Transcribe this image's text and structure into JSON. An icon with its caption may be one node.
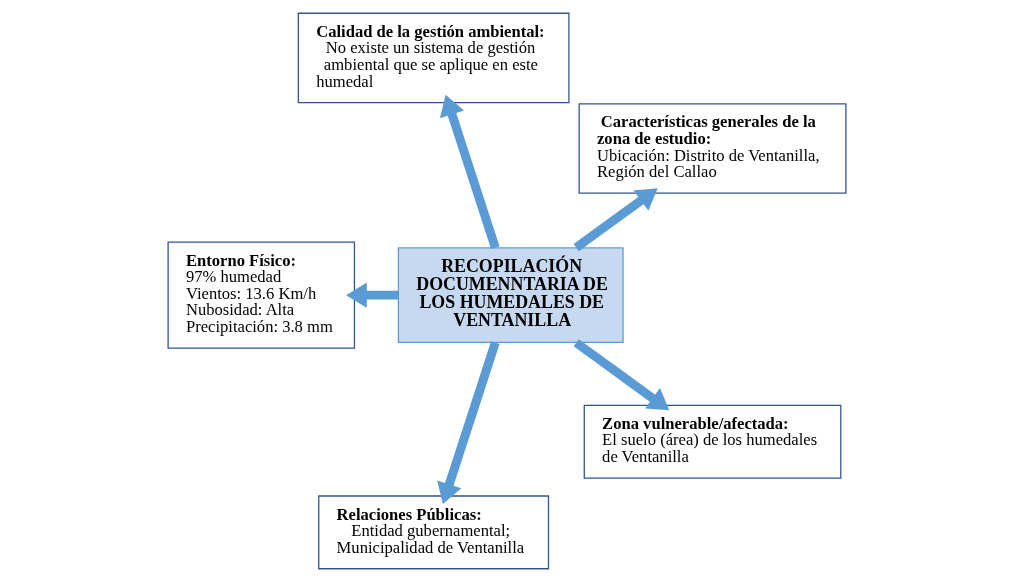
{
  "diagram": {
    "nodes": [
      {
        "text": [
          "RECOPILACIÓN DOCUMENNTARIA DE LOS HUMEDALES DE VENTANILLA"
        ]
      },
      {
        "text": [
          "Características generales de la zona de estudio:",
          "Ubicación: Distrito de Ventanilla, Región del Callao"
        ]
      },
      {
        "text": [
          "Calidad de la gestión ambiental:",
          "No existe un sistema de gestión ambiental que se aplique en este humedal"
        ]
      },
      {
        "text": [
          "Entorno Físico:",
          "97% humedad",
          "Vientos: 13.6 Km/h",
          "Nubosidad: Alta",
          "Precipitación: 3.8 mm"
        ]
      },
      {
        "text": [
          "Relaciones Públicas:",
          "Entidad gubernamental; Municipalidad de Ventanilla"
        ]
      },
      {
        "text": [
          "Zona vulnerable/afectada:",
          "El suelo (área) de los humedales de Ventanilla"
        ]
      }
    ],
    "edges": [
      {
        "from": 0,
        "to": 1,
        "arrow": "to"
      },
      {
        "from": 0,
        "to": 2,
        "arrow": "to"
      },
      {
        "from": 0,
        "to": 3,
        "arrow": "to"
      },
      {
        "from": 0,
        "to": 4,
        "arrow": "to"
      },
      {
        "from": 0,
        "to": 5,
        "arrow": "to"
      }
    ]
  }
}
